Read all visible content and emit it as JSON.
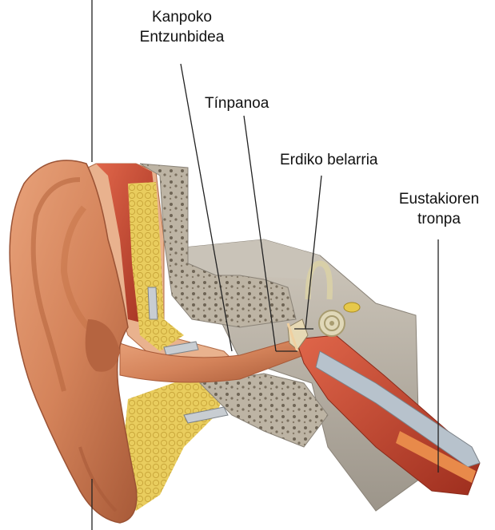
{
  "labels": {
    "outer_canal": {
      "line1": "Kanpoko",
      "line2": "Entzunbidea"
    },
    "eardrum": "Tínpanoa",
    "middle_ear": "Erdiko belarria",
    "eustachian": {
      "line1": "Eustakioren",
      "line2": "tronpa"
    }
  },
  "colors": {
    "skin": "#d98a62",
    "skin_dark": "#a8583a",
    "bone": "#b9b2a6",
    "fat": "#e8c95a",
    "muscle": "#c4442e",
    "canal": "#e59a6e",
    "cochlea": "#d8d0b0",
    "tube": "#b7c2cc",
    "leader_line": "#222222"
  }
}
